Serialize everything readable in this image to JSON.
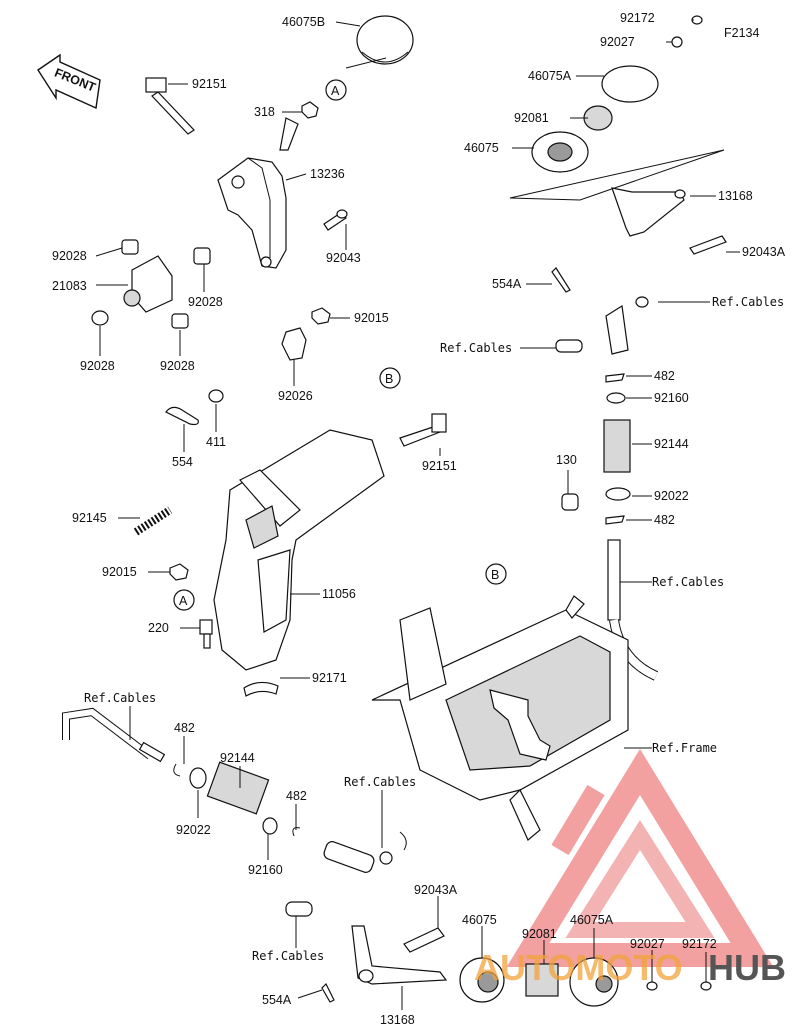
{
  "figure_code": "F2134",
  "front_label": "FRONT",
  "callouts": {
    "A": "A",
    "B": "B"
  },
  "labels": {
    "p46075B": "46075B",
    "p92151_top": "92151",
    "p318": "318",
    "p13236": "13236",
    "p92043": "92043",
    "p92028_a": "92028",
    "p21083": "21083",
    "p92028_b": "92028",
    "p92028_c": "92028",
    "p92028_d": "92028",
    "p92015_top": "92015",
    "p92026": "92026",
    "p554": "554",
    "p411": "411",
    "p92151_mid": "92151",
    "p92145": "92145",
    "p92015_mid": "92015",
    "p11056": "11056",
    "p220": "220",
    "p92171": "92171",
    "p92172_top": "92172",
    "p92027_top": "92027",
    "p46075A_top": "46075A",
    "p92081_top": "92081",
    "p46075_top": "46075",
    "p13168_top": "13168",
    "p92043A_top": "92043A",
    "p554A_top": "554A",
    "refcables_1": "Ref.Cables",
    "refcables_2": "Ref.Cables",
    "p482_a": "482",
    "p92160_a": "92160",
    "p92144_a": "92144",
    "p130": "130",
    "p92022_a": "92022",
    "p482_b": "482",
    "refcables_3": "Ref.Cables",
    "refframe": "Ref.Frame",
    "refcables_4": "Ref.Cables",
    "p482_c": "482",
    "p92144_b": "92144",
    "p92022_b": "92022",
    "p482_d": "482",
    "refcables_5": "Ref.Cables",
    "p92160_b": "92160",
    "refcables_6": "Ref.Cables",
    "p92043A_bot": "92043A",
    "p46075_bot": "46075",
    "p92081_bot": "92081",
    "p46075A_bot": "46075A",
    "p92027_bot": "92027",
    "p92172_bot": "92172",
    "p554A_bot": "554A",
    "p13168_bot": "13168"
  },
  "watermark": {
    "part1": "AUTOMOTO",
    "part2": "HUB",
    "color_red": "#d9252a",
    "color_grey": "#555555",
    "color_orange": "#f2a33a"
  }
}
